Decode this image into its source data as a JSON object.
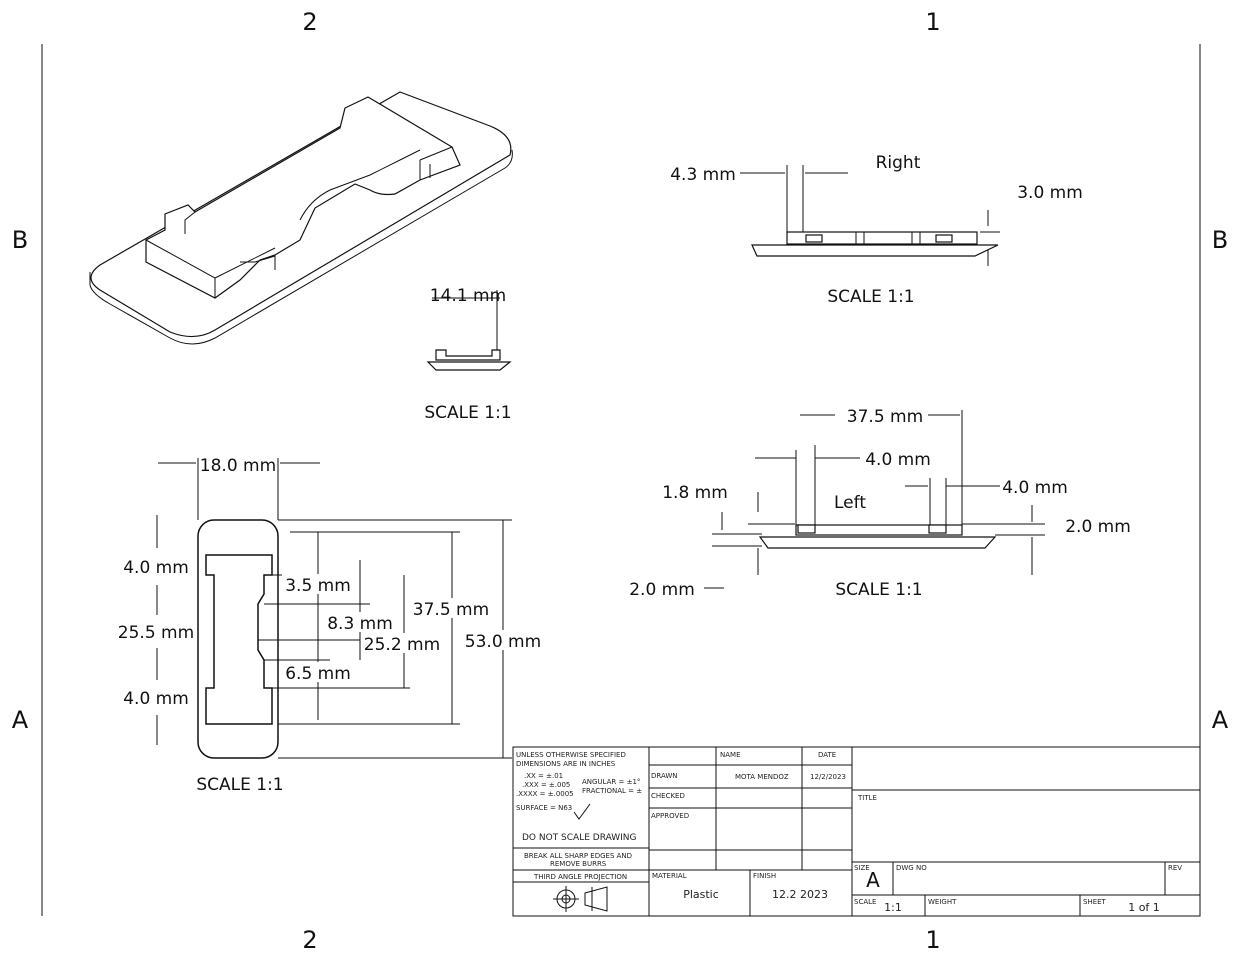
{
  "zones": {
    "top_left": "2",
    "top_right": "1",
    "bottom_left": "2",
    "bottom_right": "1",
    "left_upper": "B",
    "left_lower": "A",
    "right_upper": "B",
    "right_lower": "A"
  },
  "views": {
    "iso": {},
    "front_small": {
      "dim_width": "14.1 mm",
      "scale": "SCALE 1:1"
    },
    "right": {
      "label": "Right",
      "scale": "SCALE 1:1",
      "dim_notch": "4.3 mm",
      "dim_height": "3.0 mm"
    },
    "left": {
      "label": "Left",
      "scale": "SCALE 1:1",
      "dim_total": "37.5 mm",
      "dim_left_notch": "4.0 mm",
      "dim_right_notch": "4.0 mm",
      "dim_step": "1.8 mm",
      "dim_base": "2.0 mm",
      "dim_top": "2.0 mm"
    },
    "top": {
      "scale": "SCALE 1:1",
      "dim_width": "18.0 mm",
      "dim_end_top": "4.0 mm",
      "dim_mid": "25.5 mm",
      "dim_end_bottom": "4.0 mm",
      "dim_a": "3.5 mm",
      "dim_b": "8.3 mm",
      "dim_c": "25.2 mm",
      "dim_d": "6.5 mm",
      "dim_inner": "37.5 mm",
      "dim_outer": "53.0 mm"
    }
  },
  "title_block": {
    "notes_line1": "UNLESS OTHERWISE SPECIFIED",
    "notes_line2": "DIMENSIONS ARE IN INCHES",
    "tol1": ".XX = ±.01",
    "tol2": ".XXX = ±.005",
    "tol3": ".XXXX = ±.0005",
    "ang1": "ANGULAR = ±1°",
    "ang2": "FRACTIONAL = ±",
    "surface": "SURFACE = N63",
    "do_not_scale": "DO NOT SCALE DRAWING",
    "break_edges1": "BREAK ALL SHARP EDGES AND",
    "break_edges2": "REMOVE BURRS",
    "projection": "THIRD ANGLE PROJECTION",
    "hdr_name": "NAME",
    "hdr_date": "DATE",
    "row_drawn": "DRAWN",
    "drawn_name": "MOTA MENDOZ",
    "drawn_date": "12/2/2023",
    "row_checked": "CHECKED",
    "row_approved": "APPROVED",
    "lbl_title": "TITLE",
    "lbl_material": "MATERIAL",
    "material": "Plastic",
    "lbl_finish": "FINISH",
    "finish": "12.2 2023",
    "lbl_size": "SIZE",
    "size": "A",
    "lbl_dwg": "DWG NO",
    "lbl_rev": "REV",
    "lbl_scale": "SCALE",
    "scale": "1:1",
    "lbl_weight": "WEIGHT",
    "lbl_sheet": "SHEET",
    "sheet": "1 of 1"
  }
}
